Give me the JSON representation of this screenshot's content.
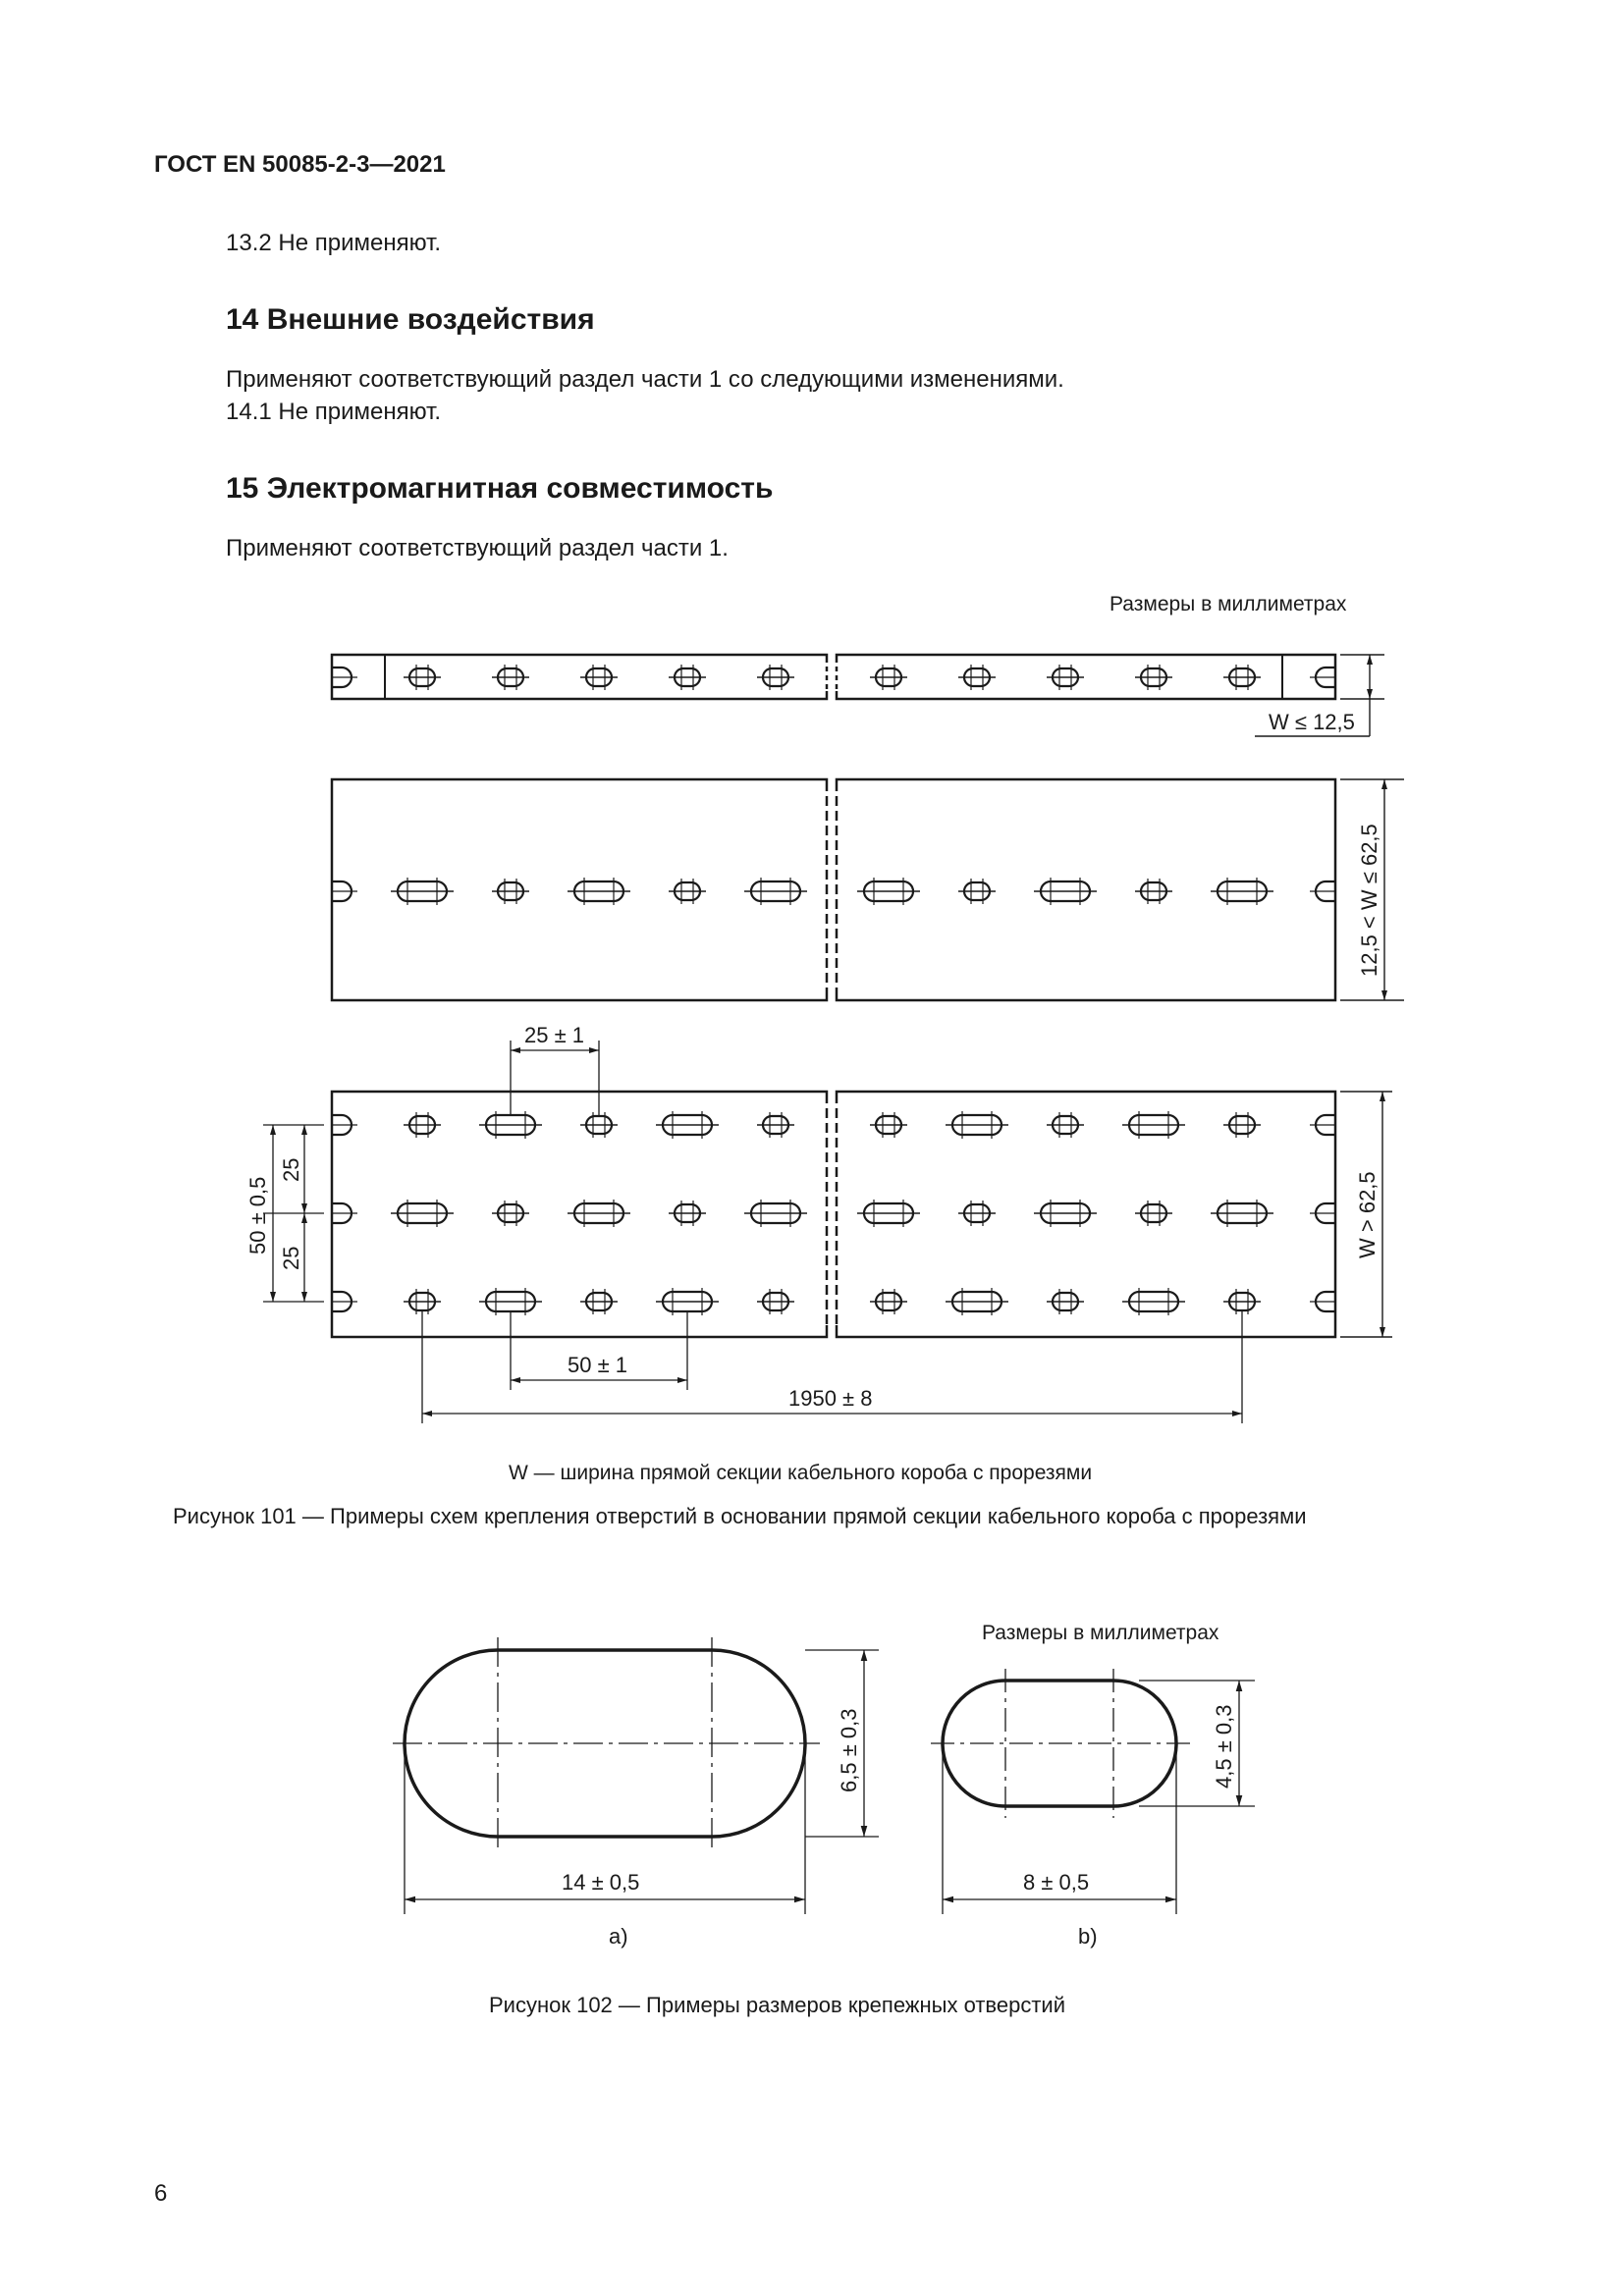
{
  "header": {
    "doc_code": "ГОСТ EN 50085-2-3—2021"
  },
  "body": {
    "s13_2": "13.2  Не применяют.",
    "s14_title": "14  Внешние воздействия",
    "s14_text": "Применяют соответствующий раздел части 1 со следующими изменениями.",
    "s14_1": "14.1  Не применяют.",
    "s15_title": "15  Электромагнитная совместимость",
    "s15_text": "Применяют соответствующий раздел части 1."
  },
  "figure101": {
    "units_note": "Размеры в миллиметрах",
    "dim_w_small": "W ≤ 12,5",
    "dim_w_mid": "12,5  < W ≤ 62,5",
    "dim_w_large": "W > 62,5",
    "dim_25_pm1": "25 ± 1",
    "dim_50_pm05": "50 ± 0,5",
    "dim_25_a": "25",
    "dim_25_b": "25",
    "dim_50_pm1": "50 ± 1",
    "dim_1950": "1950 ± 8",
    "legend": "W — ширина прямой секции кабельного короба с прорезями",
    "caption": "Рисунок 101 — Примеры схем крепления отверстий в основании прямой секции кабельного короба с прорезями"
  },
  "figure102": {
    "units_note": "Размеры в миллиметрах",
    "dim_14": "14 ± 0,5",
    "dim_6_5": "6,5 ± 0,3",
    "dim_8": "8 ± 0,5",
    "dim_4_5": "4,5 ± 0,3",
    "label_a": "a)",
    "label_b": "b)",
    "caption": "Рисунок 102 — Примеры размеров крепежных отверстий"
  },
  "footer": {
    "page_number": "6"
  }
}
